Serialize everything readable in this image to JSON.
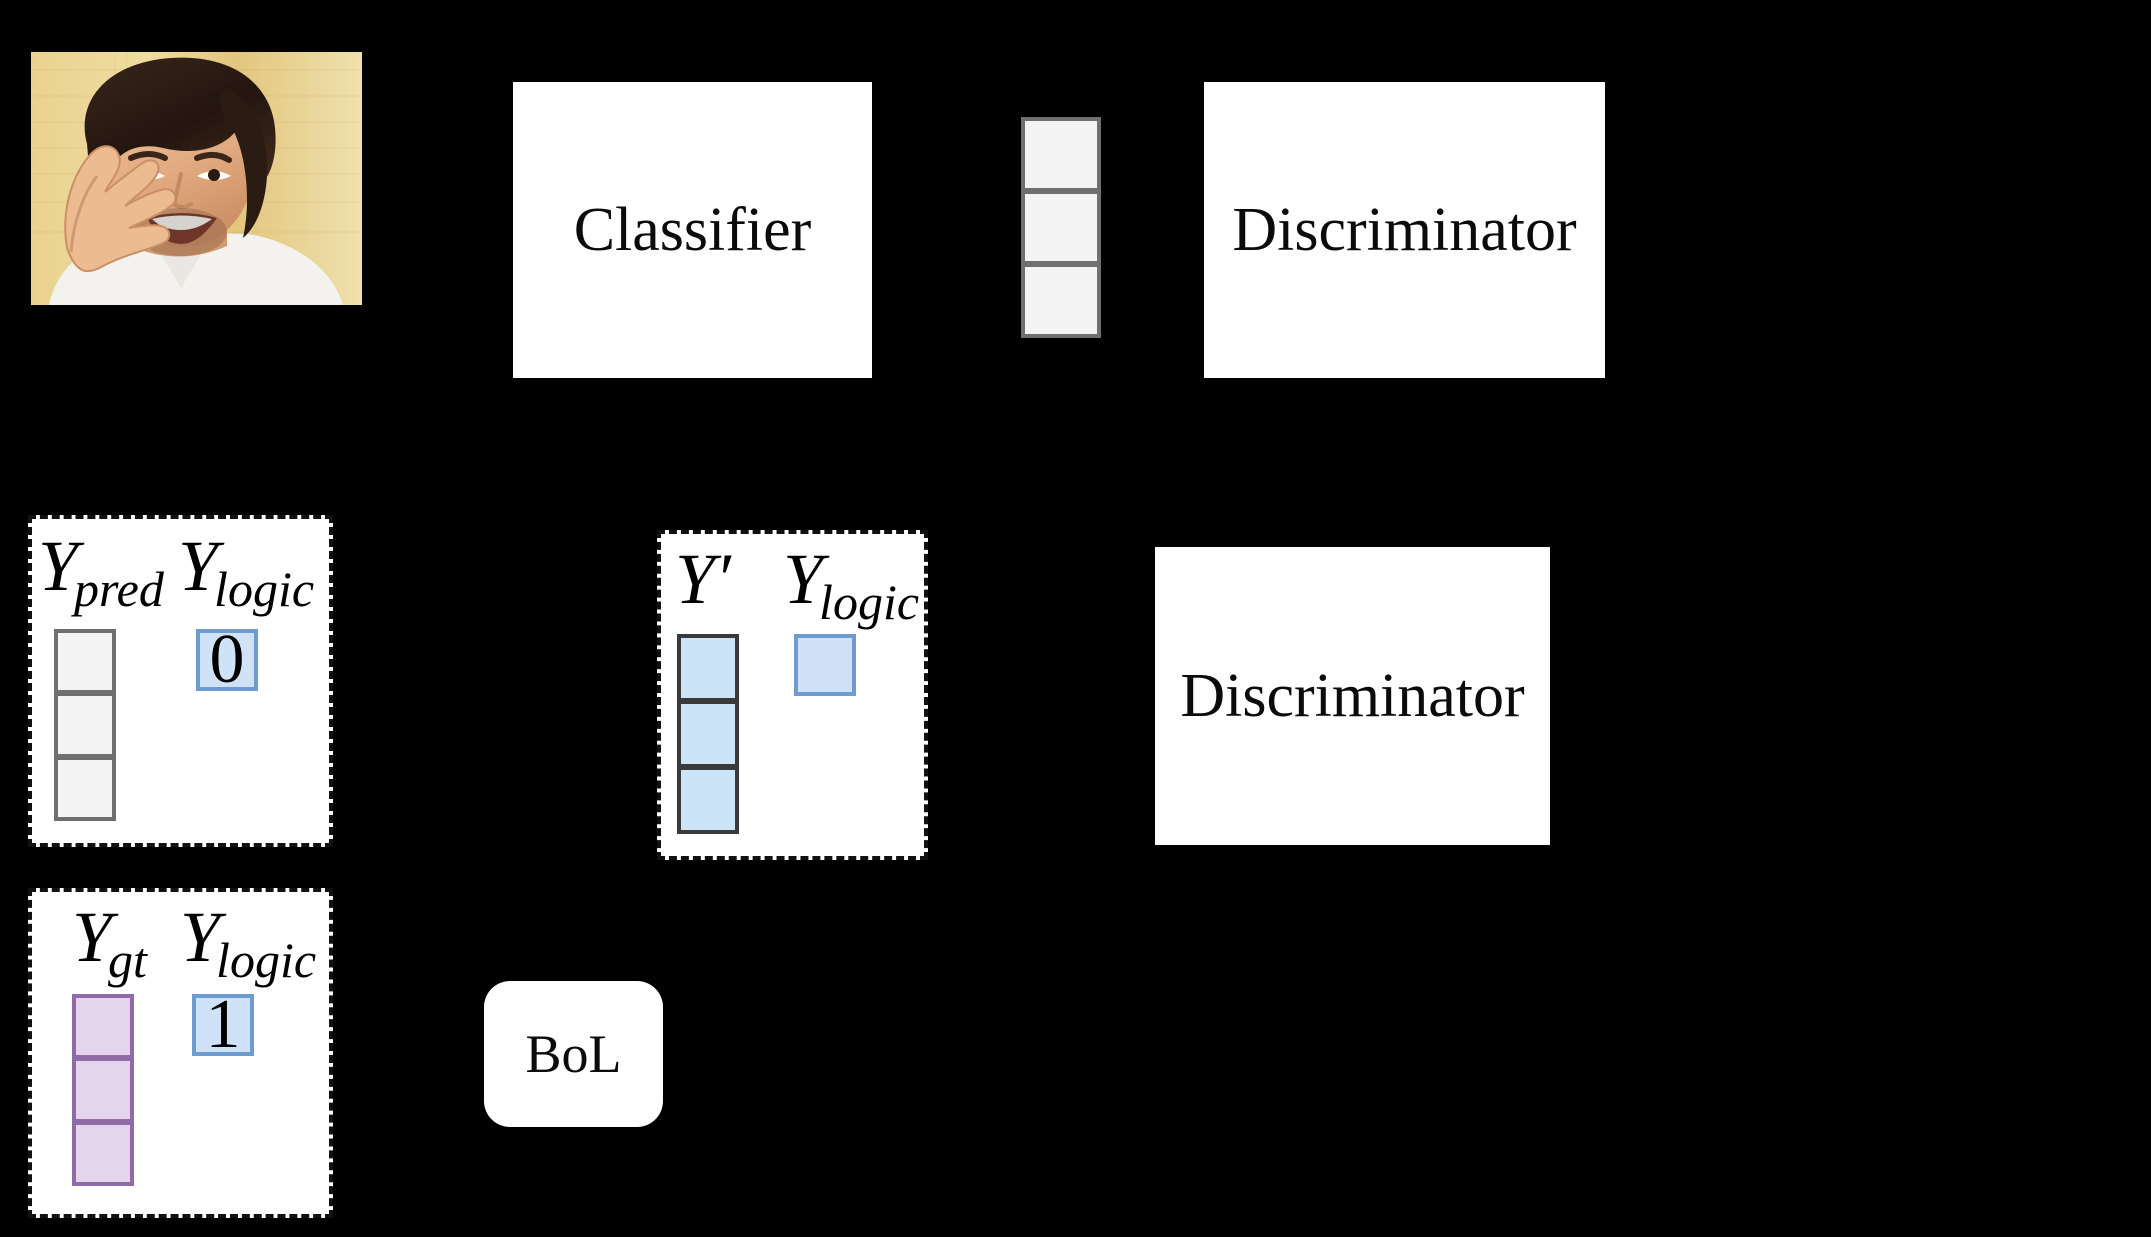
{
  "figure": {
    "background_color": "#000000",
    "surface_color": "#ffffff"
  },
  "modules": [
    {
      "id": "classifier",
      "label": "Classifier",
      "shape": "rect"
    },
    {
      "id": "discriminator-1",
      "label": "Discriminator",
      "shape": "rect"
    },
    {
      "id": "discriminator-2",
      "label": "Discriminator",
      "shape": "rect"
    },
    {
      "id": "bol",
      "label": "BoL",
      "shape": "rounded-rect"
    }
  ],
  "photo": {
    "alt": "smiling man with dark hair resting hand on forehead",
    "background_color": "#e6cd84",
    "skin_color": "#e8b98f",
    "hair_color": "#2a1a12",
    "shirt_color": "#f2f0ee"
  },
  "panels": {
    "predicted": {
      "name": "Y_pred panel",
      "vector_label": {
        "base": "Y",
        "sub": "pred"
      },
      "logic_label": {
        "base": "Y",
        "sub": "logic"
      },
      "vector_cells": [
        "",
        "",
        ""
      ],
      "vector_fill": "#f4f4f4",
      "vector_stroke": "#6f6f6f",
      "logic_value": "0",
      "logic_fill": "#cfe2f7",
      "logic_stroke": "#6e9bd0"
    },
    "generated": {
      "name": "Y-prime panel",
      "vector_label": {
        "base": "Y",
        "sub": "′"
      },
      "logic_label": {
        "base": "Y",
        "sub": "logic"
      },
      "vector_cells": [
        "",
        "",
        ""
      ],
      "vector_fill": "#cce4f7",
      "vector_stroke": "#3a3a3a",
      "logic_value": "",
      "logic_fill": "#cfe2f7",
      "logic_stroke": "#6e9bd0"
    },
    "ground_truth": {
      "name": "Y_gt panel",
      "vector_label": {
        "base": "Y",
        "sub": "gt"
      },
      "logic_label": {
        "base": "Y",
        "sub": "logic"
      },
      "vector_cells": [
        "",
        "",
        ""
      ],
      "vector_fill": "#e4d5ec",
      "vector_stroke": "#8f6ba5",
      "logic_value": "1",
      "logic_fill": "#cfe2f7",
      "logic_stroke": "#6e9bd0"
    }
  },
  "top_vector": {
    "name": "classifier output vector",
    "cells": [
      "",
      "",
      ""
    ],
    "fill": "#f4f4f4",
    "stroke": "#6f6f6f"
  }
}
